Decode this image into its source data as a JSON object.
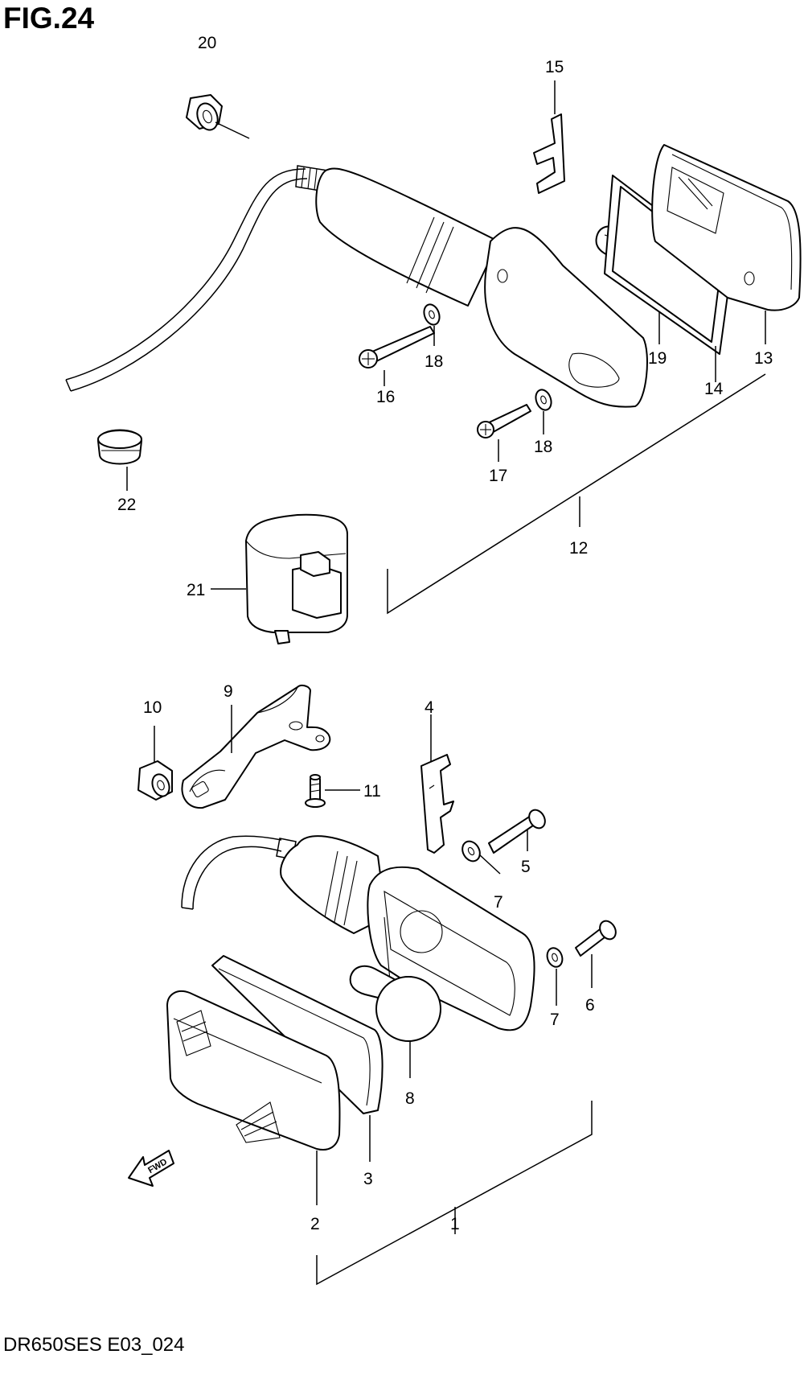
{
  "title": "FIG.24",
  "footer": "DR650SES E03_024",
  "callouts": {
    "c1": "1",
    "c2": "2",
    "c3": "3",
    "c4": "4",
    "c5": "5",
    "c6": "6",
    "c7a": "7",
    "c7b": "7",
    "c8": "8",
    "c9": "9",
    "c10": "10",
    "c11": "11",
    "c12": "12",
    "c13": "13",
    "c14": "14",
    "c15": "15",
    "c16": "16",
    "c17": "17",
    "c18a": "18",
    "c18b": "18",
    "c19": "19",
    "c20": "20",
    "c21": "21",
    "c22": "22"
  },
  "fwd_label": "FWD"
}
